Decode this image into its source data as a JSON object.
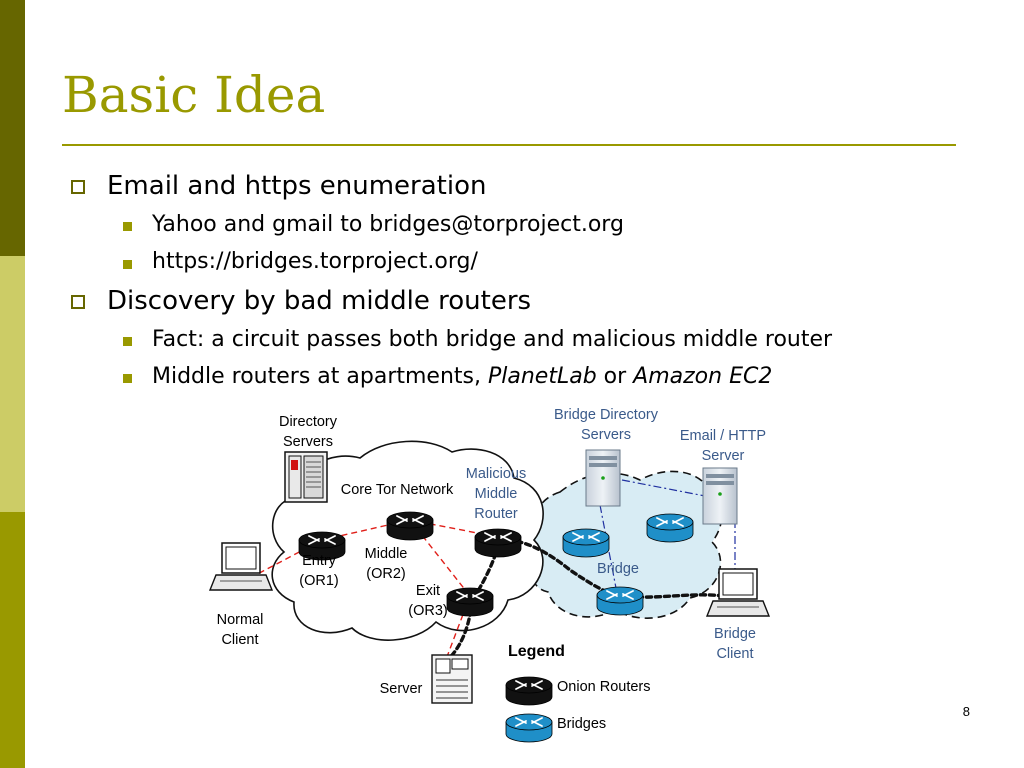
{
  "slide": {
    "title": "Basic Idea",
    "page_number": "8",
    "bullets": [
      {
        "text": "Email and https enumeration",
        "sub": [
          {
            "text": "Yahoo and gmail to bridges@torproject.org"
          },
          {
            "text": "https://bridges.torproject.org/"
          }
        ]
      },
      {
        "text": "Discovery by bad middle routers",
        "sub": [
          {
            "text": "Fact: a circuit passes both bridge and malicious middle router"
          },
          {
            "pre": "Middle routers at apartments, ",
            "em1": "PlanetLab",
            "mid": " or ",
            "em2": "Amazon EC2"
          }
        ]
      }
    ]
  },
  "diagram": {
    "directory_servers": [
      "Directory",
      "Servers"
    ],
    "core_tor_network": "Core Tor Network",
    "malicious_middle_router": [
      "Malicious",
      "Middle",
      "Router"
    ],
    "bridge_directory_servers": [
      "Bridge Directory",
      "Servers"
    ],
    "email_http_server": [
      "Email / HTTP",
      "Server"
    ],
    "entry": [
      "Entry",
      "(OR1)"
    ],
    "middle": [
      "Middle",
      "(OR2)"
    ],
    "exit": [
      "Exit",
      "(OR3)"
    ],
    "bridge": "Bridge",
    "normal_client": [
      "Normal",
      "Client"
    ],
    "bridge_client": [
      "Bridge",
      "Client"
    ],
    "server": "Server",
    "legend": {
      "title": "Legend",
      "onion_routers": "Onion Routers",
      "bridges": "Bridges"
    },
    "colors": {
      "onion_router": "#111111",
      "bridge_router": "#1f8fc8",
      "bridge_cloud": "#d8ecf4",
      "blue_label": "#3a5a8a"
    }
  }
}
